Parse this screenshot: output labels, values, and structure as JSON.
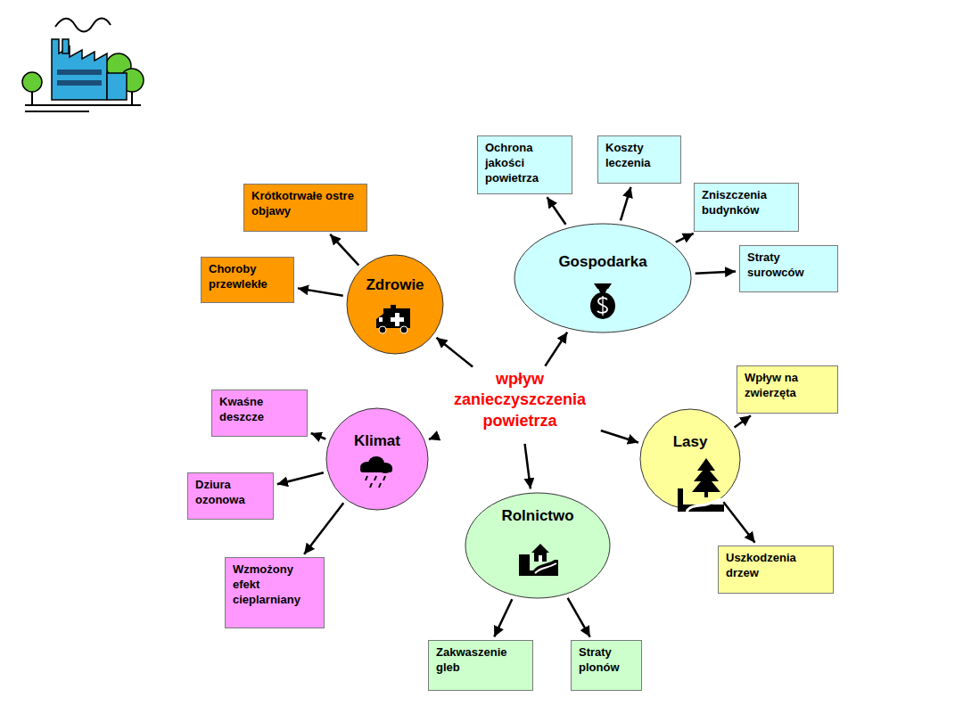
{
  "diagram": {
    "nodes": [
      {
        "text": [
          "Ochrona jakości powietrza"
        ]
      },
      {
        "text": [
          "Koszty leczenia"
        ]
      },
      {
        "text": [
          "Krótkotrwałe ostre objawy"
        ]
      },
      {
        "text": [
          "Zniszczenia budynków"
        ]
      },
      {
        "text": [
          "Gospodarka"
        ]
      },
      {
        "text": [
          "Straty surowców"
        ]
      },
      {
        "text": [
          "Choroby przewlekłe"
        ]
      },
      {
        "text": [
          "Zdrowie"
        ]
      },
      {
        "text": [
          "wpływ zanieczyszczenia powietrza"
        ]
      },
      {
        "text": [
          "Wpływ na zwierzęta"
        ]
      },
      {
        "text": [
          "Kwaśne deszcze"
        ]
      },
      {
        "text": [
          "Klimat"
        ]
      },
      {
        "text": [
          "Lasy"
        ]
      },
      {
        "text": [
          "Dziura ozonowa"
        ]
      },
      {
        "text": [
          "Rolnictwo"
        ]
      },
      {
        "text": [
          "Wzmożony efekt cieplarniany"
        ]
      },
      {
        "text": [
          "Uszkodzenia drzew"
        ]
      },
      {
        "text": [
          "Zakwaszenie gleb"
        ]
      },
      {
        "text": [
          "Straty plonów"
        ]
      }
    ],
    "edges": [
      {
        "from": 8,
        "to": 7,
        "arrow": "to"
      },
      {
        "from": 8,
        "to": 4,
        "arrow": "to"
      },
      {
        "from": 8,
        "to": 11,
        "arrow": "to"
      },
      {
        "from": 8,
        "to": 14,
        "arrow": "to"
      },
      {
        "from": 8,
        "to": 12,
        "arrow": "to"
      },
      {
        "from": 7,
        "to": 2,
        "arrow": "to"
      },
      {
        "from": 7,
        "to": 6,
        "arrow": "to"
      },
      {
        "from": 4,
        "to": 0,
        "arrow": "to"
      },
      {
        "from": 4,
        "to": 1,
        "arrow": "to"
      },
      {
        "from": 4,
        "to": 3,
        "arrow": "to"
      },
      {
        "from": 4,
        "to": 5,
        "arrow": "to"
      },
      {
        "from": 11,
        "to": 10,
        "arrow": "to"
      },
      {
        "from": 11,
        "to": 13,
        "arrow": "to"
      },
      {
        "from": 11,
        "to": 15,
        "arrow": "to"
      },
      {
        "from": 12,
        "to": 9,
        "arrow": "to"
      },
      {
        "from": 12,
        "to": 16,
        "arrow": "to"
      },
      {
        "from": 14,
        "to": 17,
        "arrow": "to"
      },
      {
        "from": 14,
        "to": 18,
        "arrow": "to"
      }
    ]
  }
}
